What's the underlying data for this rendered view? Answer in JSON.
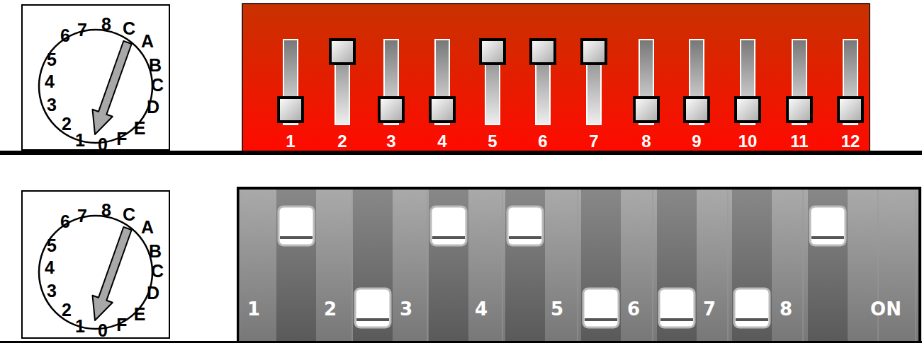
{
  "diagram": {
    "labels": [
      "6",
      "7",
      "8",
      "C",
      "A",
      "B",
      "C",
      "D",
      "E",
      "F",
      "0",
      "1",
      "2",
      "3",
      "4",
      "5",
      "1",
      "2",
      "3",
      "4",
      "5",
      "6",
      "7",
      "8",
      "9",
      "10",
      "11",
      "12",
      "6",
      "7",
      "8",
      "C",
      "A",
      "B",
      "C",
      "D",
      "E",
      "F",
      "0",
      "1",
      "2",
      "3",
      "4",
      "5",
      "1",
      "2",
      "3",
      "4",
      "5",
      "6",
      "7",
      "8",
      "ON"
    ]
  }
}
